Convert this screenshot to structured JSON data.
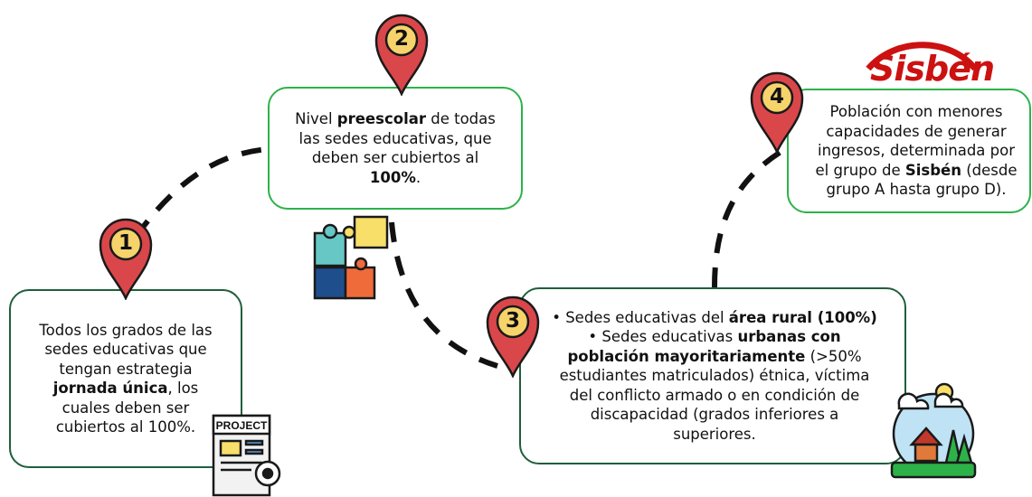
{
  "logo": {
    "text": "Sisbén",
    "color": "#cc1111"
  },
  "markers": [
    {
      "number": "1"
    },
    {
      "number": "2"
    },
    {
      "number": "3"
    },
    {
      "number": "4"
    }
  ],
  "box1": {
    "l1": "Todos los grados de las",
    "l2": "sedes educativas que",
    "l3": "tengan estrategia",
    "l4_bold": "jornada única",
    "l4_rest": ", los",
    "l5": "cuales deben ser",
    "l6": "cubiertos al 100%."
  },
  "box2": {
    "l1_pre": "Nivel ",
    "l1_bold": "preescolar",
    "l1_post": " de todas",
    "l2": "las sedes educativas, que",
    "l3": "deben ser cubiertos al",
    "l4_bold": "100%",
    "l4_post": "."
  },
  "box3": {
    "b1_pre": "• Sedes educativas del ",
    "b1_bold": "área rural (100%)",
    "b2_pre": "• Sedes educativas ",
    "b2_bold": "urbanas con",
    "l3_bold": "población mayoritariamente",
    "l3_post": " (>50%",
    "l4": "estudiantes matriculados) étnica, víctima",
    "l5": "del conflicto armado o en condición de",
    "l6": "discapacidad (grados inferiores a",
    "l7": "superiores."
  },
  "box4": {
    "l1": "Población con menores",
    "l2": "capacidades de generar",
    "l3": "ingresos, determinada por",
    "l4_pre": "el grupo de ",
    "l4_bold": "Sisbén",
    "l4_post": " (desde",
    "l5": "grupo A hasta grupo D)."
  },
  "icons": {
    "project_label": "PROJECT"
  },
  "colors": {
    "pin": "#d9474b",
    "dark_green": "#1f5f3c",
    "green": "#2db24a"
  }
}
